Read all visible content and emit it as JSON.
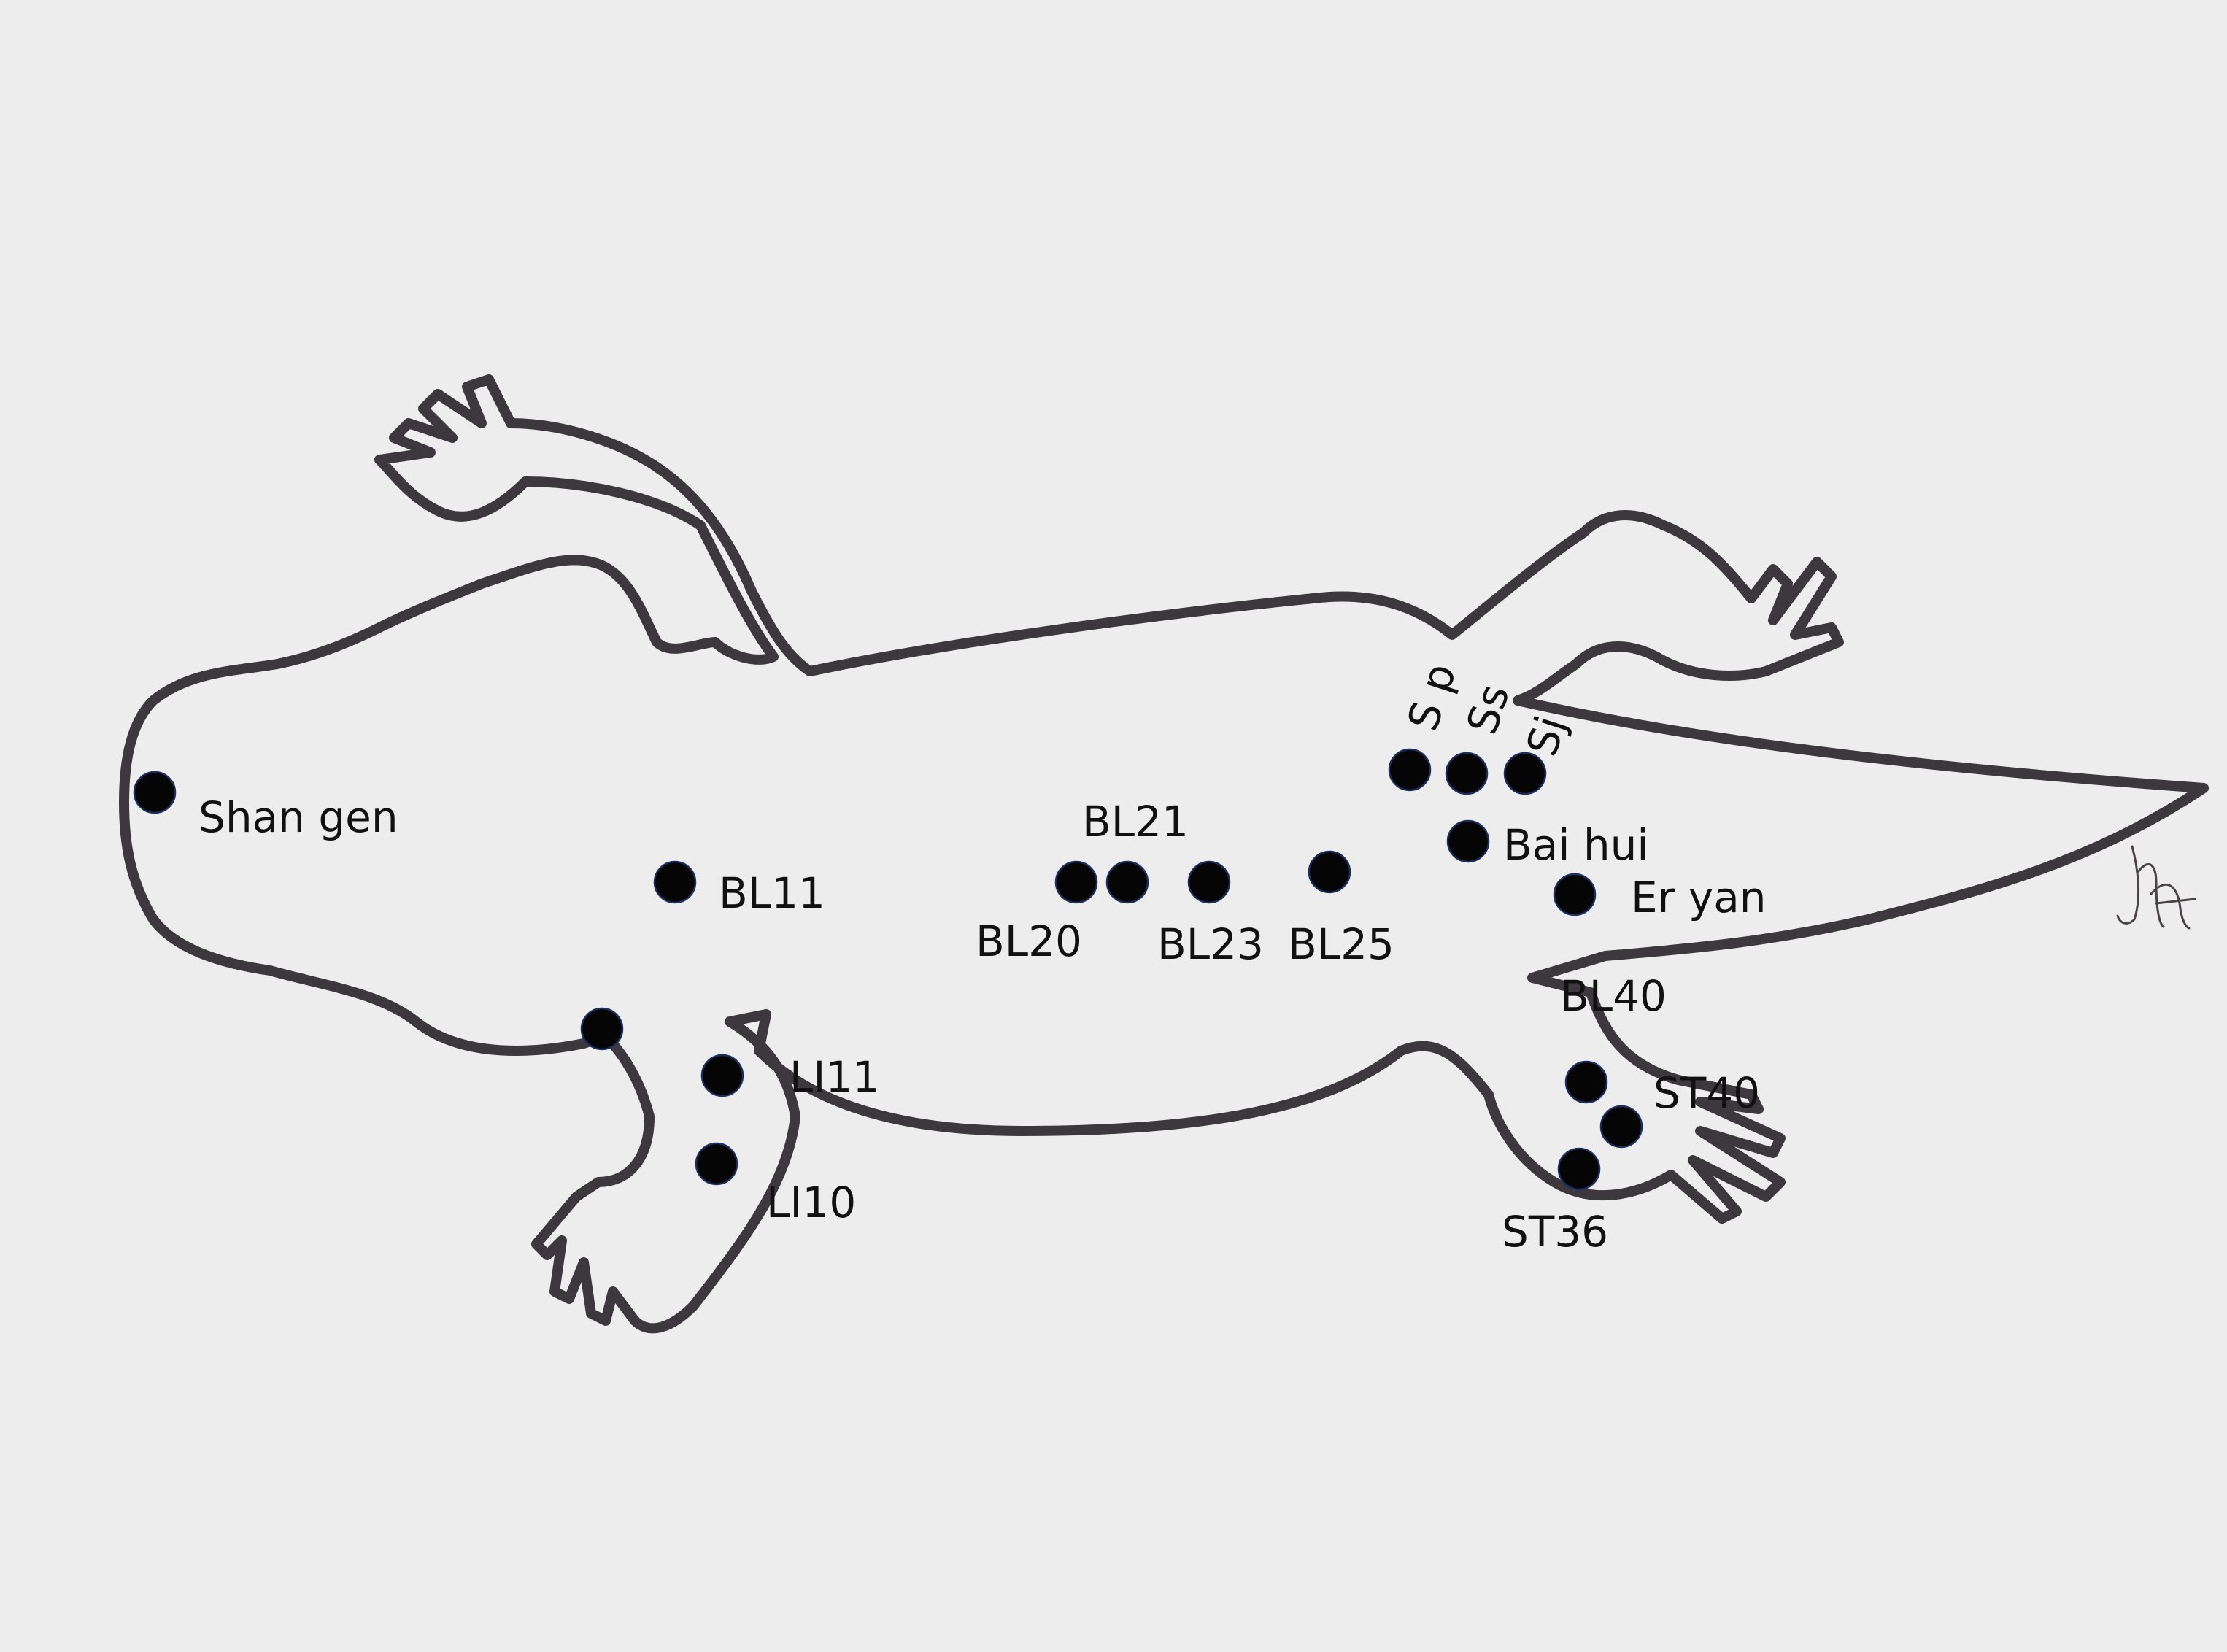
{
  "title": "",
  "signature": "JMH",
  "points": [
    {
      "id": "shan-gen",
      "label": "Shan gen"
    },
    {
      "id": "bl11",
      "label": "BL11"
    },
    {
      "id": "bl20",
      "label": "BL20"
    },
    {
      "id": "bl21",
      "label": "BL21"
    },
    {
      "id": "bl23",
      "label": "BL23"
    },
    {
      "id": "bl25",
      "label": "BL25"
    },
    {
      "id": "sp",
      "label": "S p"
    },
    {
      "id": "ss",
      "label": "Ss"
    },
    {
      "id": "sj",
      "label": "Sj"
    },
    {
      "id": "bai-hui",
      "label": "Bai hui"
    },
    {
      "id": "er-yan",
      "label": "Er yan"
    },
    {
      "id": "bl40",
      "label": "BL40"
    },
    {
      "id": "st40",
      "label": "ST40"
    },
    {
      "id": "st36",
      "label": "ST36"
    },
    {
      "id": "li11",
      "label": "LI11"
    },
    {
      "id": "li10",
      "label": "LI10"
    },
    {
      "id": "elbow-point",
      "label": ""
    }
  ],
  "colors": {
    "outline": "#3d383d",
    "point": "#050505",
    "paper": "#ededee"
  }
}
